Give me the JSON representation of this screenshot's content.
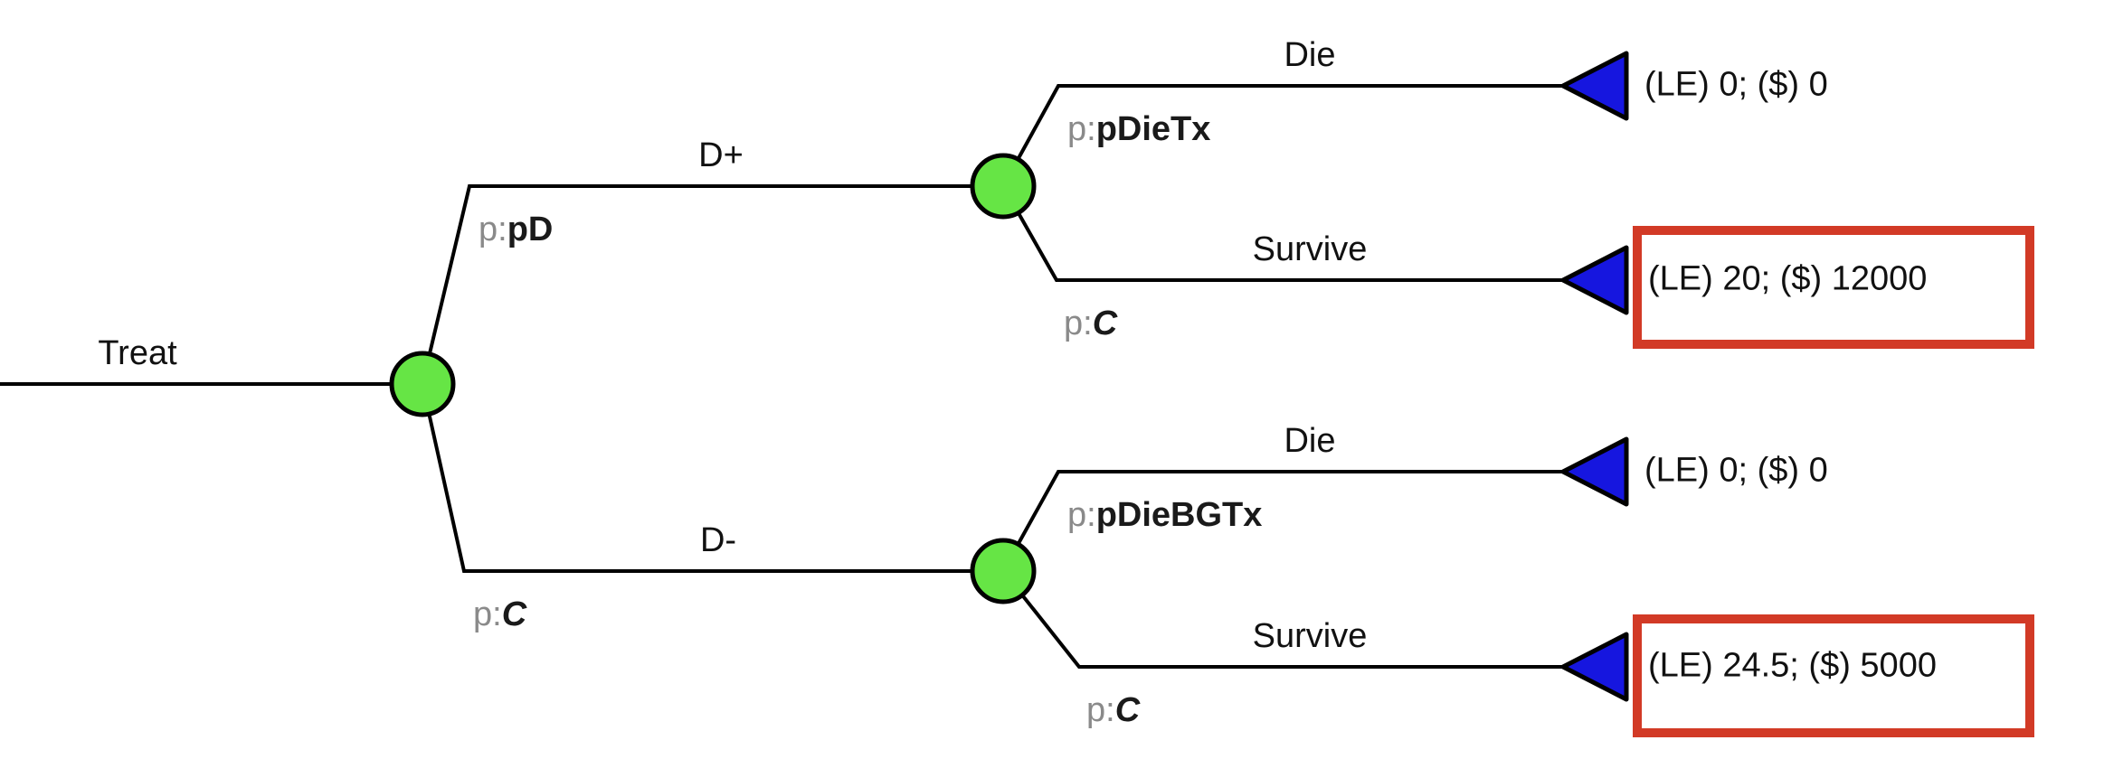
{
  "colors": {
    "chance_node": "#66E545",
    "terminal_node": "#1616DF",
    "highlight_box": "#D23A26",
    "probability_prefix_gray": "#8A8A8A",
    "branch_line": "#000000"
  },
  "tree": {
    "root": {
      "label": "Treat",
      "node_type": "chance"
    },
    "branches": [
      {
        "label": "D+",
        "prob_prefix": "p:",
        "prob": "pD",
        "node_type": "chance",
        "children": [
          {
            "label": "Die",
            "prob_prefix": "p:",
            "prob": "pDieTx",
            "node_type": "terminal",
            "payoff": "(LE) 0; ($) 0",
            "highlighted": false
          },
          {
            "label": "Survive",
            "prob_prefix": "p:",
            "prob": "C",
            "node_type": "terminal",
            "payoff": "(LE) 20; ($) 12000",
            "highlighted": true
          }
        ]
      },
      {
        "label": "D-",
        "prob_prefix": "p:",
        "prob": "C",
        "node_type": "chance",
        "children": [
          {
            "label": "Die",
            "prob_prefix": "p:",
            "prob": "pDieBGTx",
            "node_type": "terminal",
            "payoff": "(LE) 0; ($) 0",
            "highlighted": false
          },
          {
            "label": "Survive",
            "prob_prefix": "p:",
            "prob": "C",
            "node_type": "terminal",
            "payoff": "(LE) 24.5; ($) 5000",
            "highlighted": true
          }
        ]
      }
    ]
  }
}
